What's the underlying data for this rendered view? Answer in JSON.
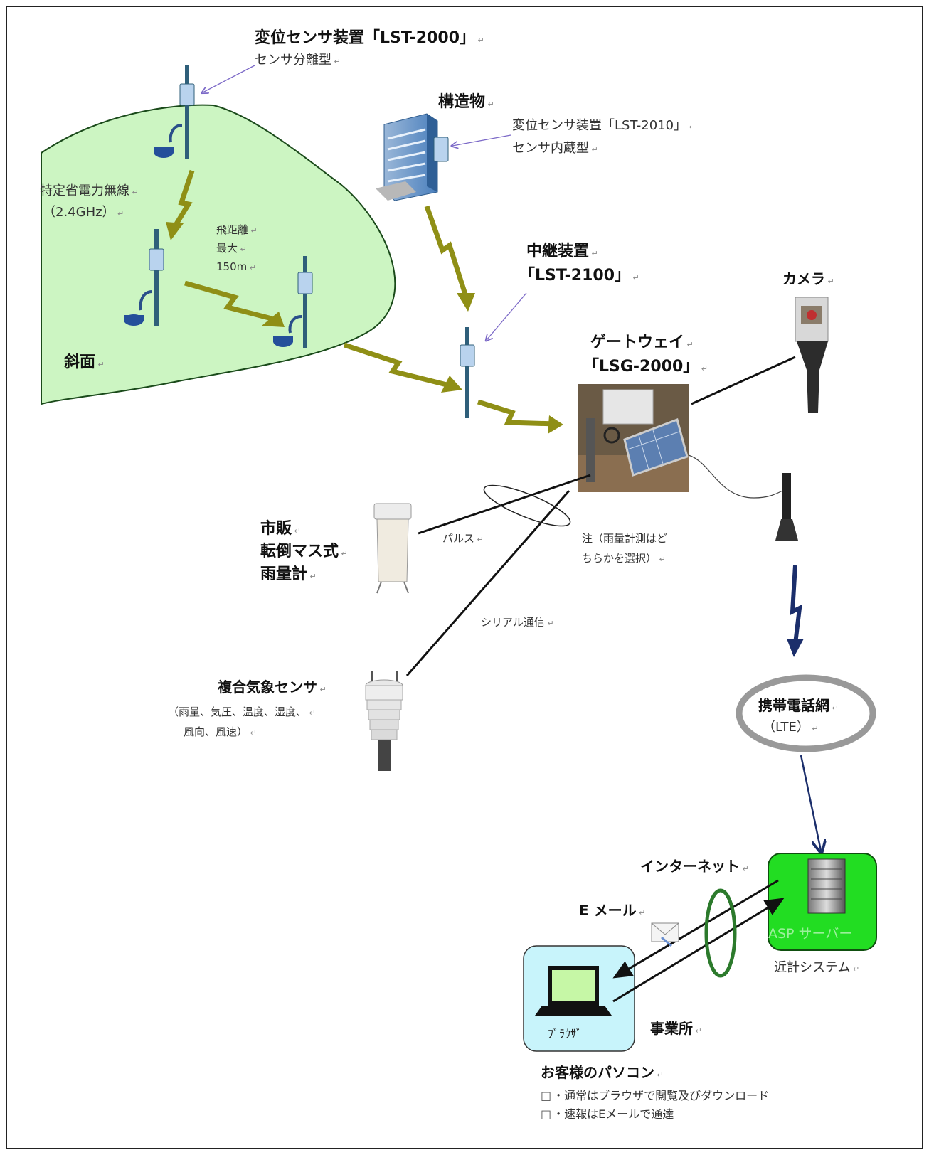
{
  "colors": {
    "slope_fill": "#ccf5c2",
    "slope_stroke": "#1a4a1a",
    "radio_arrow": "#8f8f16",
    "lte_arrow": "#1b2e6b",
    "server_box": "#22dd22",
    "pc_box": "#c8f4fb",
    "cellnet_ring": "#999999",
    "internet_ring": "#2c7a2c"
  },
  "labels": {
    "sensor_lst2000_title": "変位センサ装置「LST-2000」",
    "sensor_lst2000_sub": "センサ分離型",
    "structure": "構造物",
    "sensor_lst2010_title": "変位センサ装置「LST-2010」",
    "sensor_lst2010_sub": "センサ内蔵型",
    "radio_line1": "特定省電力無線",
    "radio_line2": "（2.4GHz）",
    "range_line1": "飛距離",
    "range_line2": "最大",
    "range_line3": "150m",
    "slope": "斜面",
    "relay_line1": "中継装置",
    "relay_line2": "「LST-2100」",
    "gateway_line1": "ゲートウェイ",
    "gateway_line2": "「LSG-2000」",
    "camera": "カメラ",
    "raingauge_line1": "市販",
    "raingauge_line2": "転倒マス式",
    "raingauge_line3": "雨量計",
    "pulse": "パルス",
    "note_line1": "注（雨量計測はど",
    "note_line2": "ちらかを選択）",
    "serial": "シリアル通信",
    "weather_title": "複合気象センサ",
    "weather_sub1": "（雨量、気圧、温度、湿度、",
    "weather_sub2": "風向、風速）",
    "cellnet_title": "携帯電話網",
    "cellnet_sub": "（LTE）",
    "internet": "インターネット",
    "email": "E メール",
    "server": "ASP サーバー",
    "system": "近計システム",
    "browser": "ﾌﾞﾗｳｻﾞ",
    "office": "事業所",
    "customer_pc": "お客様のパソコン",
    "bullet1": "・通常はブラウザで閲覧及びダウンロード",
    "bullet2": "・速報はEメールで通達"
  }
}
